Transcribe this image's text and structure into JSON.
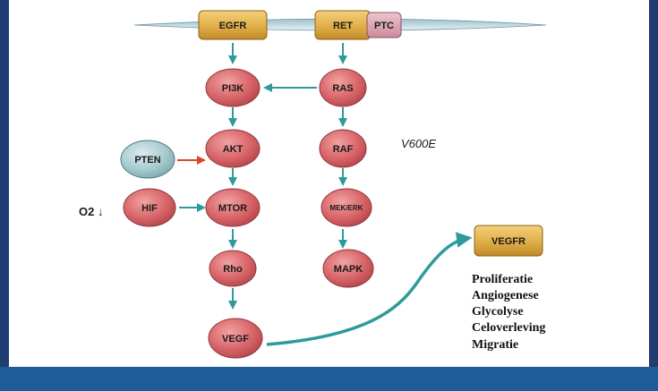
{
  "receptors": {
    "egfr": "EGFR",
    "ret": "RET",
    "ptc": "PTC",
    "vegfr": "VEGFR"
  },
  "nodes": {
    "pi3k": "PI3K",
    "akt": "AKT",
    "mtor": "MTOR",
    "rho": "Rho",
    "vegf": "VEGF",
    "ras": "RAS",
    "raf": "RAF",
    "mek_erk": "MEK/ERK",
    "mapk": "MAPK",
    "pten": "PTEN",
    "hif": "HIF"
  },
  "annotations": {
    "mutation": "V600E",
    "oxygen": "O2 ↓"
  },
  "outcomes": [
    "Proliferatie",
    "Angiogenese",
    "Glycolyse",
    "Celoverleving",
    "Migratie"
  ],
  "colors": {
    "frame": "#1f3d73",
    "bottom_bar": "#1f5a99",
    "arrow": "#2e9a9a",
    "inhibit_arrow": "#e0452a",
    "node_red": "#d9666a",
    "node_blue": "#9fc6c9",
    "receptor_gold": "#e0ae48",
    "ptc_pink": "#d7a0b0"
  }
}
